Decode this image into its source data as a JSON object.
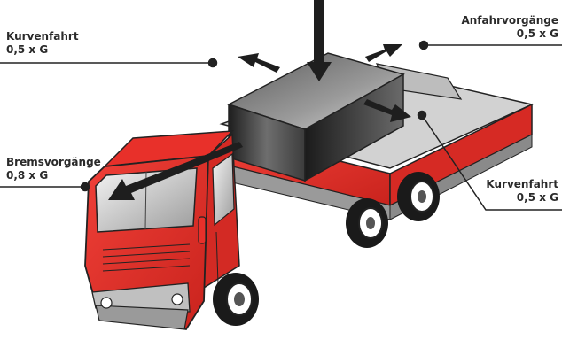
{
  "labels": {
    "cornering_left": {
      "title": "Kurvenfahrt",
      "value": "0,5 x G"
    },
    "acceleration": {
      "title": "Anfahrvorgänge",
      "value": "0,5 x G"
    },
    "braking": {
      "title": "Bremsvorgänge",
      "value": "0,8 x G"
    },
    "cornering_right": {
      "title": "Kurvenfahrt",
      "value": "0,5 x G"
    }
  },
  "colors": {
    "truck_red": "#e8302a",
    "truck_red_dark": "#a81c17",
    "cargo_dark": "#2c2c2c",
    "cargo_light": "#8a8a8a",
    "bed_gray": "#c9c9c9",
    "line": "#222222"
  }
}
